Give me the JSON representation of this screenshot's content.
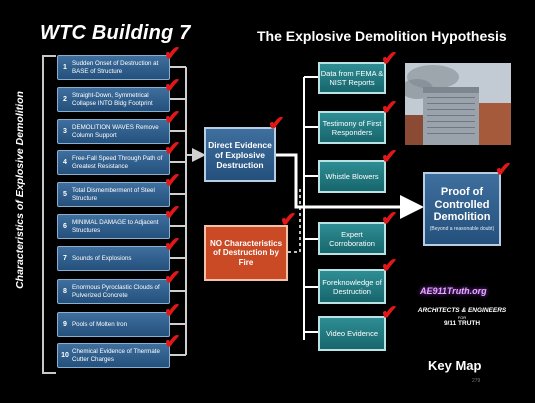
{
  "title_left": "WTC Building 7",
  "title_right": "The Explosive Demolition Hypothesis",
  "side_label": "Characteristics of Explosive Demolition",
  "items": [
    {
      "num": "1",
      "text": "Sudden Onset of Destruction at BASE of Structure"
    },
    {
      "num": "2",
      "text": "Straight-Down, Symmetrical Collapse INTO Bldg Footprint"
    },
    {
      "num": "3",
      "text": "DEMOLITION WAVES Remove Column Support"
    },
    {
      "num": "4",
      "text": "Free-Fall Speed Through Path of Greatest Resistance"
    },
    {
      "num": "5",
      "text": "Total Dismemberment of Steel Structure"
    },
    {
      "num": "6",
      "text": "MINIMAL DAMAGE to Adjacent Structures"
    },
    {
      "num": "7",
      "text": "Sounds of Explosions"
    },
    {
      "num": "8",
      "text": "Enormous Pyroclastic Clouds of Pulverized Concrete"
    },
    {
      "num": "9",
      "text": "Pools of Molten Iron"
    },
    {
      "num": "10",
      "text": "Chemical Evidence of Thermate Cutter Charges"
    }
  ],
  "direct_evidence": "Direct Evidence of Explosive Destruction",
  "no_fire": "NO Characteristics of Destruction by Fire",
  "right_items": [
    "Data from FEMA & NIST Reports",
    "Testimony of First Responders",
    "Whistle Blowers",
    "Expert Corroboration",
    "Foreknowledge of Destruction",
    "Video Evidence"
  ],
  "proof": "Proof of Controlled Demolition",
  "proof_sub": "(Beyond a reasonable doubt)",
  "logo": "AE911Truth.org",
  "org_line1": "ARCHITECTS & ENGINEERS",
  "org_line2": "FOR",
  "org_line3": "9/11 TRUTH",
  "key_map": "Key Map",
  "page_number": "279",
  "colors": {
    "check": "#e01818",
    "item_blue": "#2f5f8e",
    "teal": "#1f7a80",
    "fire_red": "#c94a25"
  }
}
